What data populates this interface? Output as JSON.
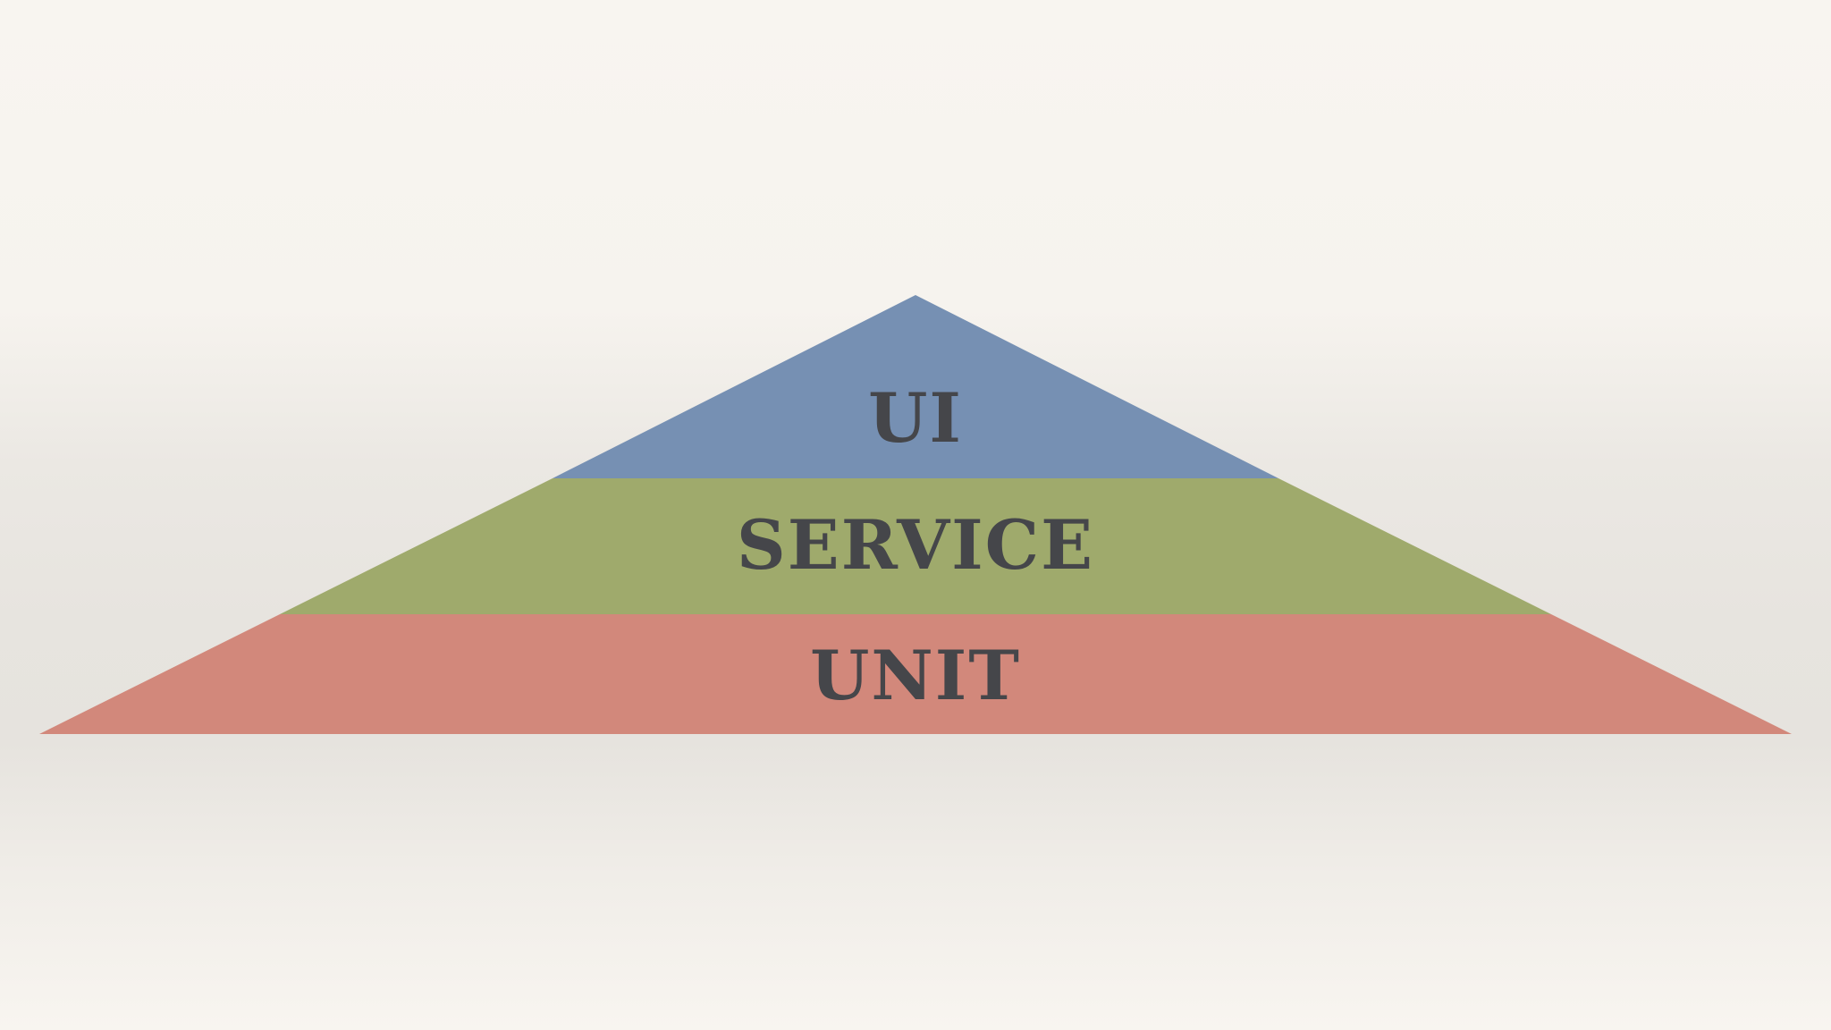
{
  "pyramid": {
    "layers": [
      {
        "label": "UI",
        "color": "#7690b3"
      },
      {
        "label": "SERVICE",
        "color": "#9faa6c"
      },
      {
        "label": "UNIT",
        "color": "#d2887b"
      }
    ],
    "text_color": "#45464a"
  }
}
